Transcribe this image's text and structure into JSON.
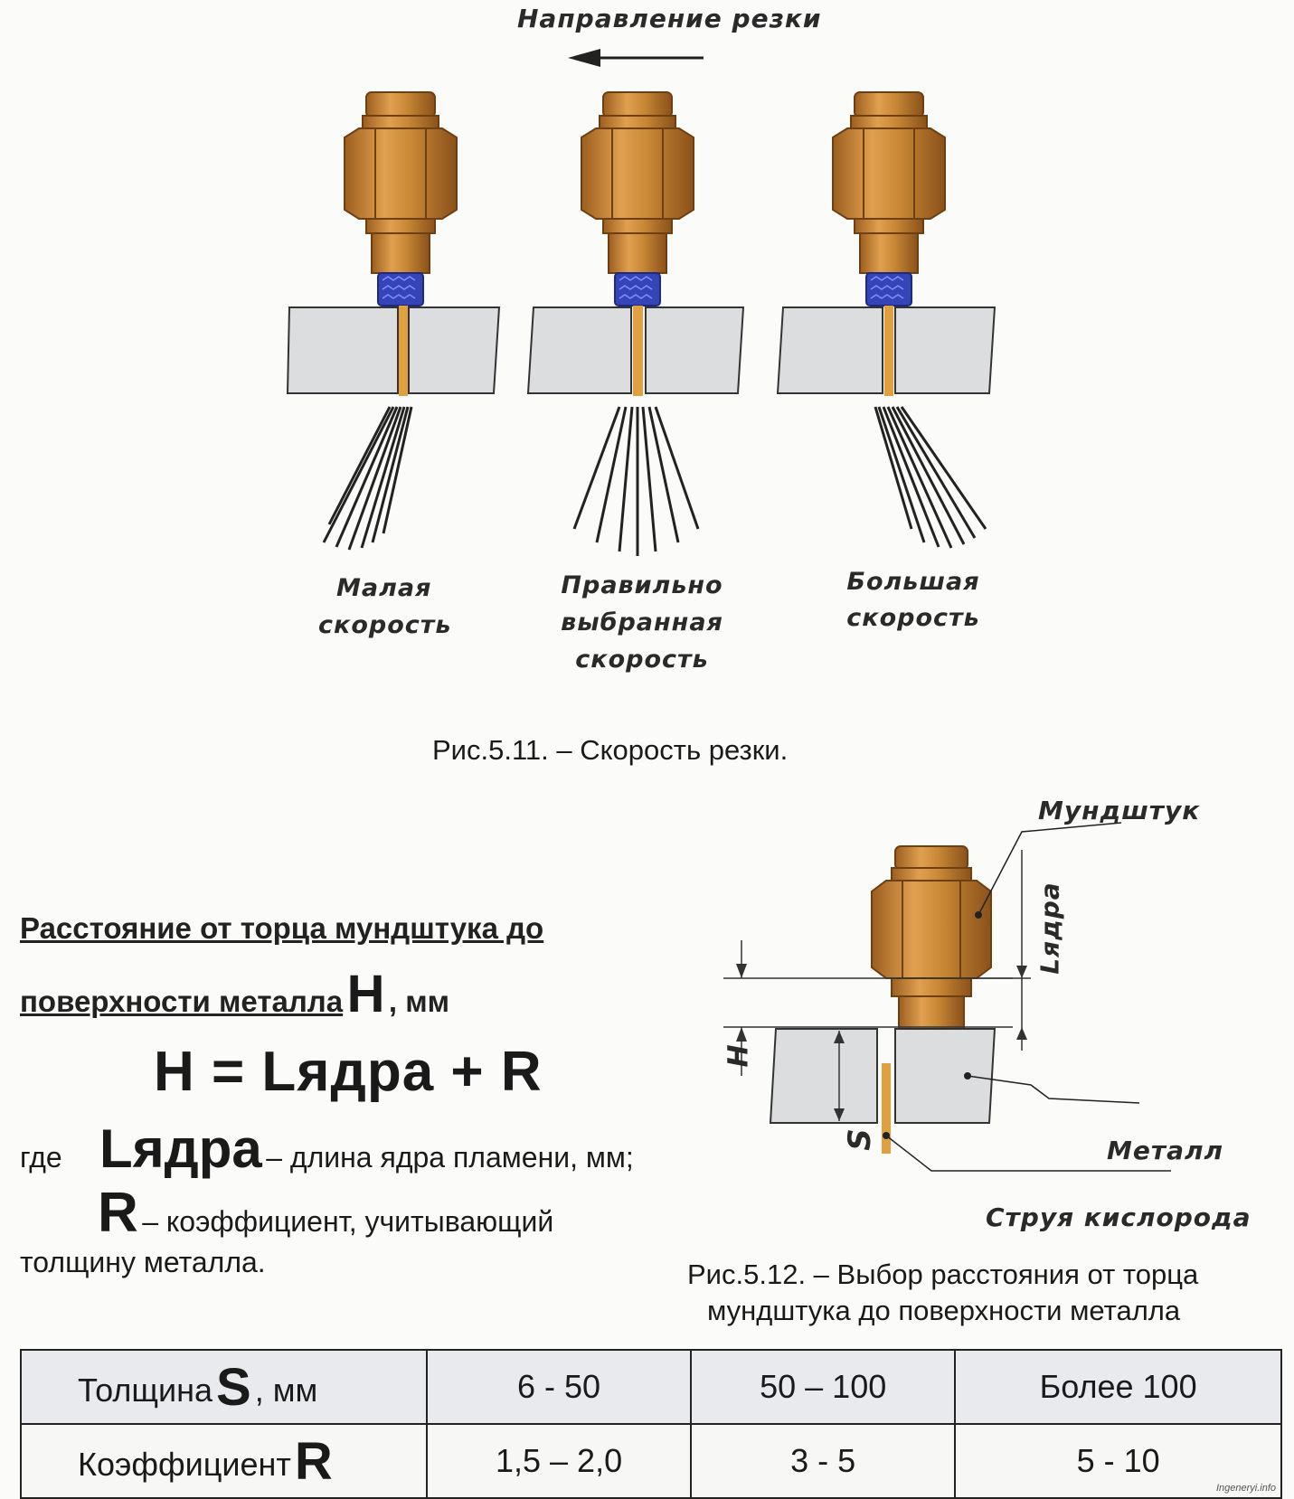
{
  "fig1": {
    "direction_label": "Направление резки",
    "label_slow_line1": "Малая",
    "label_slow_line2": "скорость",
    "label_ok_line1": "Правильно",
    "label_ok_line2": "выбранная",
    "label_ok_line3": "скорость",
    "label_fast_line1": "Большая",
    "label_fast_line2": "скорость",
    "caption": "Рис.5.11. – Скорость резки."
  },
  "fig2": {
    "label_nozzle": "Мундштук",
    "label_lcore": "Lядра",
    "label_h": "H",
    "label_s": "S",
    "label_metal": "Металл",
    "label_jet": "Струя кислорода",
    "caption_line1": "Рис.5.12. – Выбор расстояния от торца",
    "caption_line2": "мундштука до поверхности металла"
  },
  "text": {
    "heading_line1": "Расстояние от торца мундштука до",
    "heading_line2": "поверхности металла",
    "heading_symbol": "H",
    "heading_unit": ", мм",
    "formula": "H = Lядра + R",
    "where_word": "где",
    "def1_symbol": "Lядра",
    "def1_text": "– длина ядра пламени, мм;",
    "def2_symbol": "R",
    "def2_text": "– коэффициент, учитывающий",
    "def2_text2": "толщину металла."
  },
  "table": {
    "row1_label": "Толщина",
    "row1_symbol": "S",
    "row1_unit": ", мм",
    "row1_values": [
      "6 - 50",
      "50 – 100",
      "Более 100"
    ],
    "row2_label": "Коэффициент",
    "row2_symbol": "R",
    "row2_values": [
      "1,5 – 2,0",
      "3 - 5",
      "5 - 10"
    ]
  },
  "watermark": "Ingeneryi.info",
  "colors": {
    "brass": "#c98a3a",
    "brass_dark": "#8a561c",
    "tip_blue": "#3545b8",
    "jet": "#e0a040",
    "metal_fill": "#dcdddf"
  }
}
